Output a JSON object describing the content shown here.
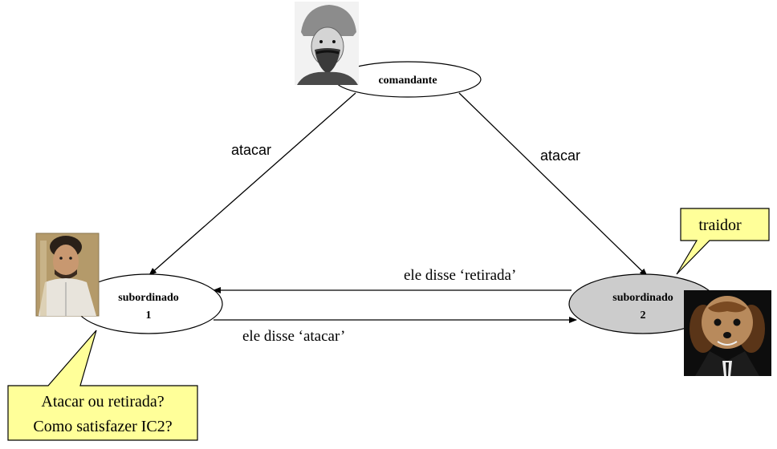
{
  "nodes": {
    "commander": {
      "label": "comandante"
    },
    "subordinate1": {
      "label_line1": "subordinado",
      "label_line2": "1"
    },
    "subordinate2": {
      "label_line1": "subordinado",
      "label_line2": "2"
    }
  },
  "edges": {
    "cmd_to_sub1": "atacar",
    "cmd_to_sub2": "atacar",
    "sub2_to_sub1": "ele disse ‘retirada’",
    "sub1_to_sub2": "ele disse ‘atacar’"
  },
  "callouts": {
    "traitor": "traidor",
    "question_line1": "Atacar ou retirada?",
    "question_line2": "Como satisfazer IC2?"
  },
  "portraits": {
    "commander": "commander-portrait",
    "subordinate1": "subordinate1-portrait",
    "subordinate2": "dog-traitor-portrait"
  },
  "colors": {
    "callout_fill": "#ffff99",
    "traitor_node_fill": "#cccccc",
    "node_fill": "#ffffff"
  }
}
